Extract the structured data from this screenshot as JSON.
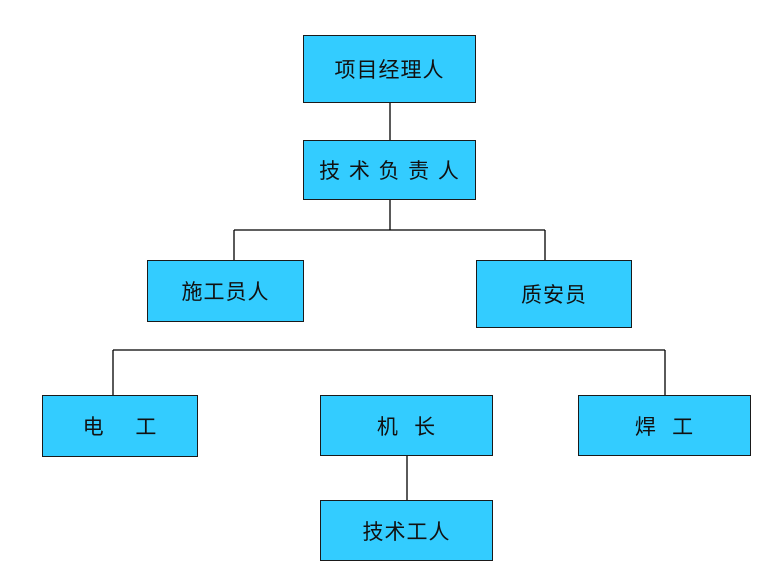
{
  "colors": {
    "box_fill": "#33ccff",
    "box_border": "#1a1a1a",
    "line": "#000000"
  },
  "nodes": {
    "project_manager": "项目经理人",
    "technical_lead": "技 术 负 责 人",
    "construction_staff": "施工员人",
    "quality_safety": "质安员",
    "electrician": "电    工",
    "machine_leader": "机  长",
    "welder": "焊  工",
    "technical_worker": "技术工人"
  }
}
